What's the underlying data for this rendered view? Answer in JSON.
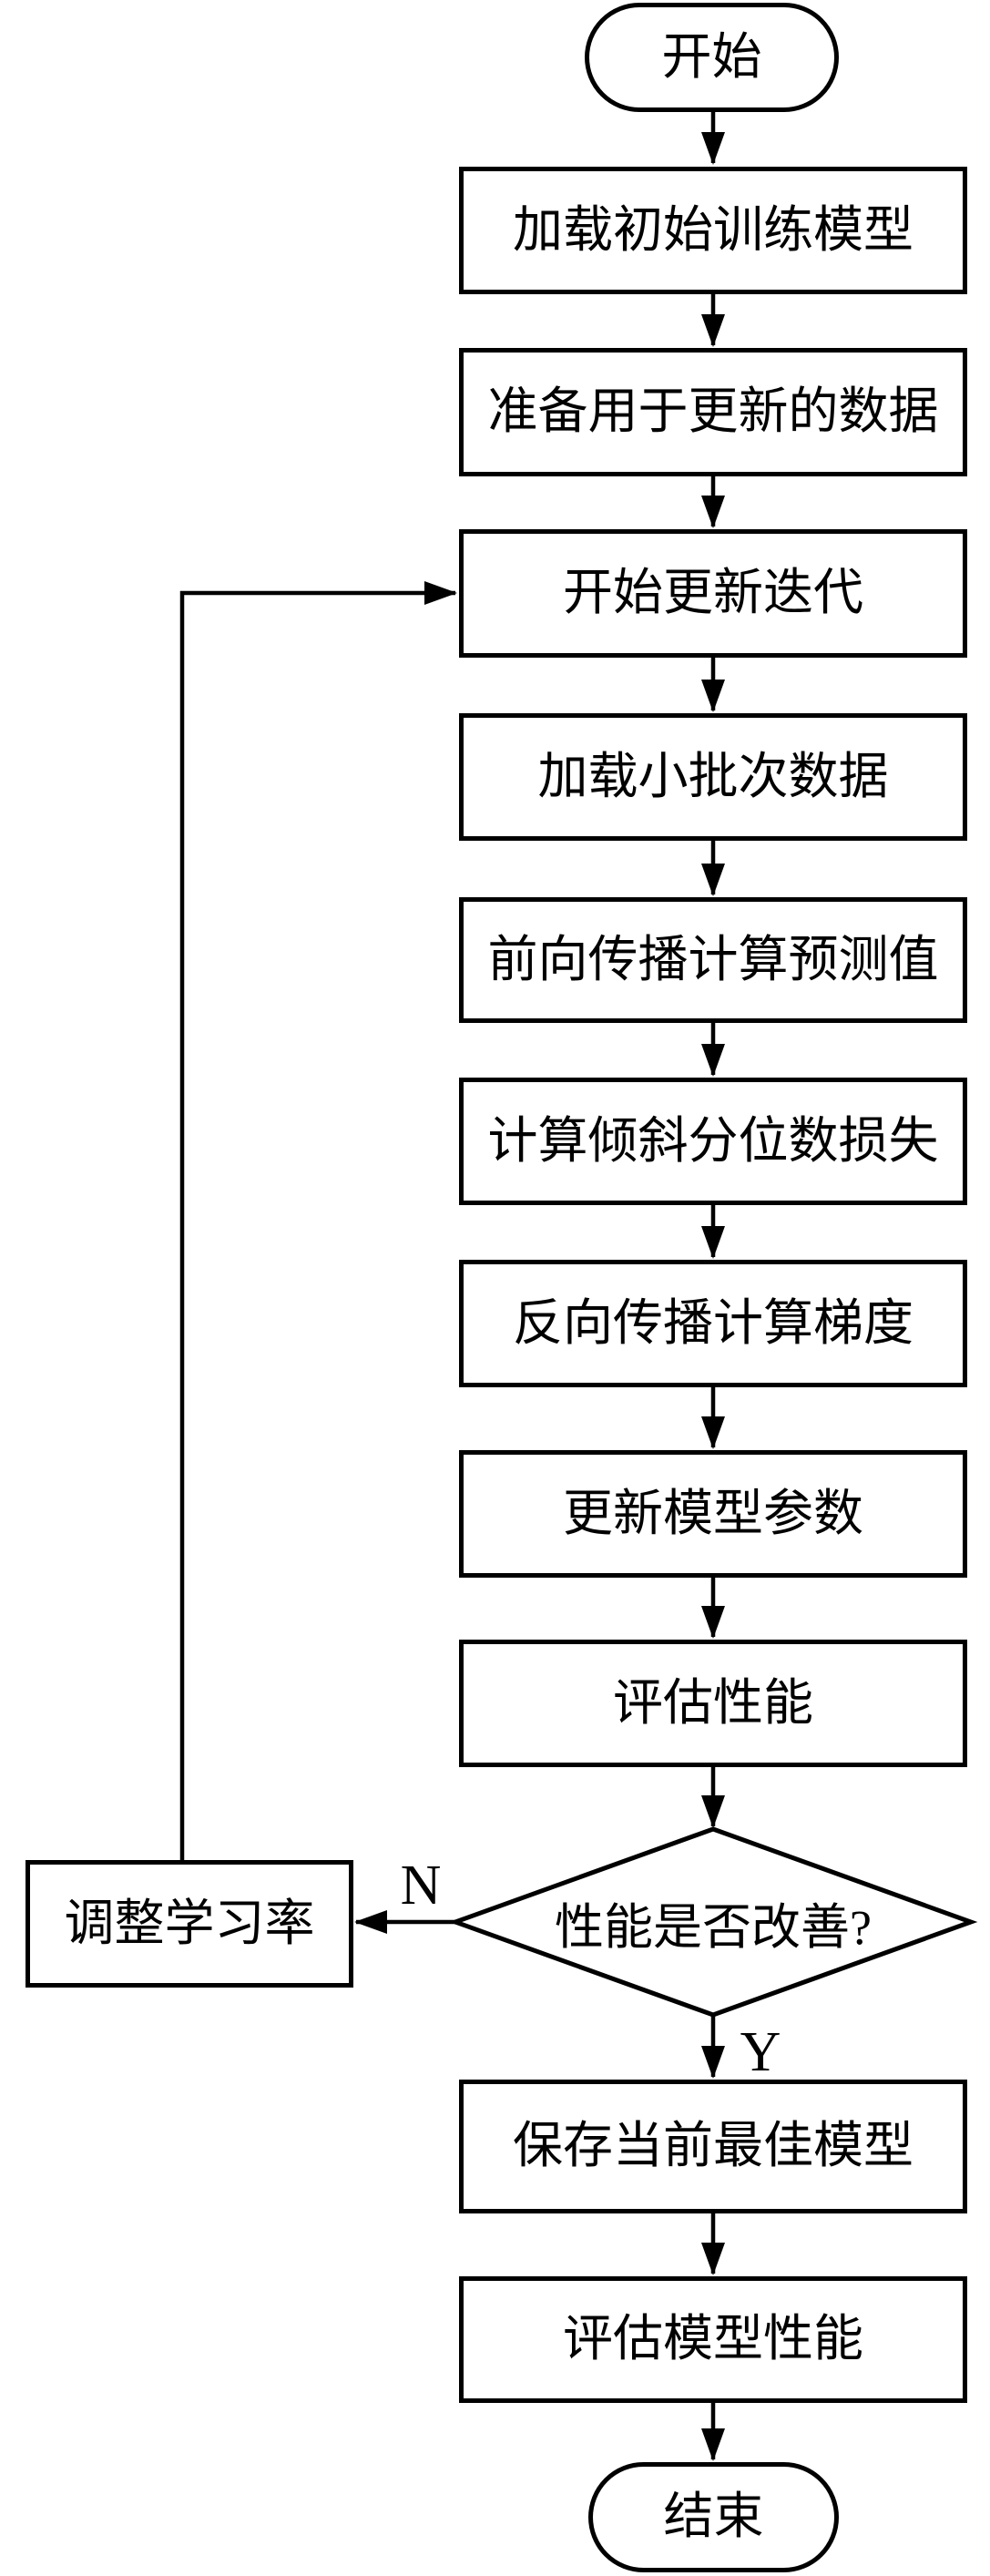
{
  "flowchart": {
    "background_color": "#ffffff",
    "line_color": "#000000",
    "start": {
      "label": "开始"
    },
    "steps": [
      {
        "label": "加载初始训练模型"
      },
      {
        "label": "准备用于更新的数据"
      },
      {
        "label": "开始更新迭代"
      },
      {
        "label": "加载小批次数据"
      },
      {
        "label": "前向传播计算预测值"
      },
      {
        "label": "计算倾斜分位数损失"
      },
      {
        "label": "反向传播计算梯度"
      },
      {
        "label": "更新模型参数"
      },
      {
        "label": "评估性能"
      }
    ],
    "decision": {
      "label": "性能是否改善?",
      "no_label": "N",
      "yes_label": "Y"
    },
    "adjust_learning_rate": {
      "label": "调整学习率"
    },
    "save_best_model": {
      "label": "保存当前最佳模型"
    },
    "evaluate_model": {
      "label": "评估模型性能"
    },
    "end": {
      "label": "结束"
    }
  }
}
